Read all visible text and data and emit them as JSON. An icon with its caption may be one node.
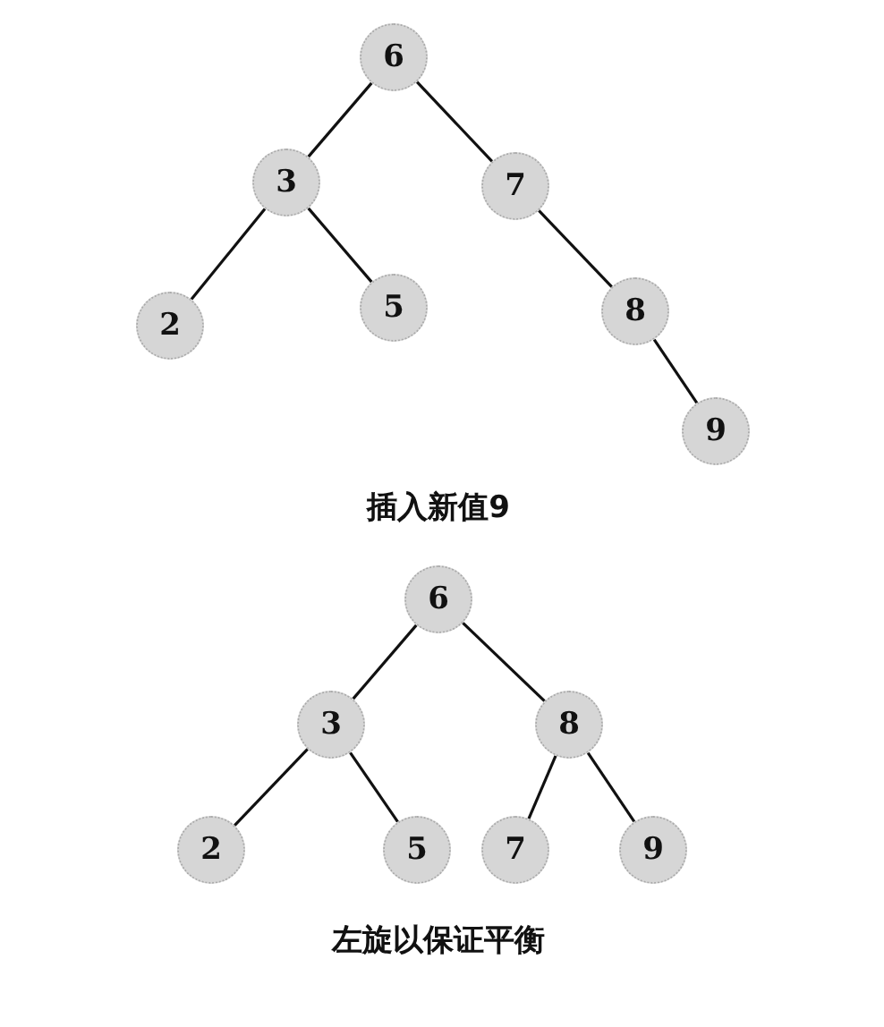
{
  "diagram": {
    "nodes": [
      {
        "text": [
          "6"
        ]
      },
      {
        "text": [
          "3"
        ]
      },
      {
        "text": [
          "7"
        ]
      },
      {
        "text": [
          "2"
        ]
      },
      {
        "text": [
          "5"
        ]
      },
      {
        "text": [
          "8"
        ]
      },
      {
        "text": [
          "9"
        ]
      },
      {
        "text": [
          "6"
        ]
      },
      {
        "text": [
          "3"
        ]
      },
      {
        "text": [
          "8"
        ]
      },
      {
        "text": [
          "2"
        ]
      },
      {
        "text": [
          "5"
        ]
      },
      {
        "text": [
          "7"
        ]
      },
      {
        "text": [
          "9"
        ]
      }
    ],
    "edges": [
      {
        "from": 0,
        "to": 1,
        "arrow": "none"
      },
      {
        "from": 0,
        "to": 2,
        "arrow": "none"
      },
      {
        "from": 1,
        "to": 3,
        "arrow": "none"
      },
      {
        "from": 1,
        "to": 4,
        "arrow": "none"
      },
      {
        "from": 2,
        "to": 5,
        "arrow": "none"
      },
      {
        "from": 5,
        "to": 6,
        "arrow": "none"
      },
      {
        "from": 7,
        "to": 8,
        "arrow": "none"
      },
      {
        "from": 7,
        "to": 9,
        "arrow": "none"
      },
      {
        "from": 8,
        "to": 10,
        "arrow": "none"
      },
      {
        "from": 8,
        "to": 11,
        "arrow": "none"
      },
      {
        "from": 9,
        "to": 12,
        "arrow": "none"
      },
      {
        "from": 9,
        "to": 13,
        "arrow": "none"
      }
    ],
    "labels": [
      "插入新值9",
      "左旋以保证平衡"
    ]
  }
}
